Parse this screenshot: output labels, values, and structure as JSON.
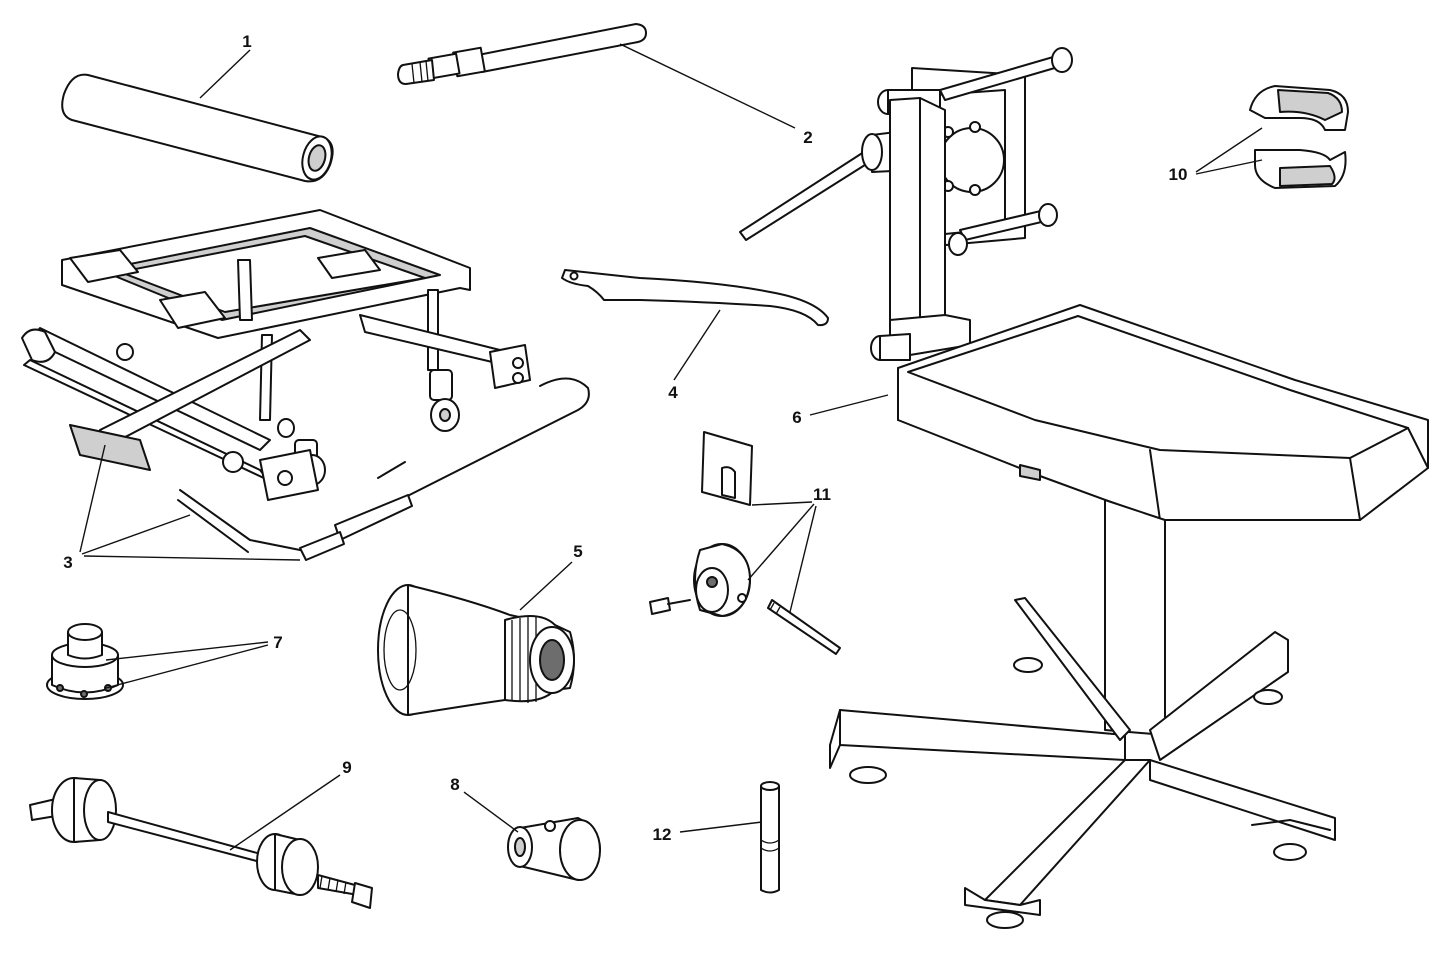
{
  "figure": {
    "title": "Workshop service tools",
    "callouts": [
      {
        "id": "1",
        "label": "1"
      },
      {
        "id": "2",
        "label": "2"
      },
      {
        "id": "3",
        "label": "3"
      },
      {
        "id": "4",
        "label": "4"
      },
      {
        "id": "5",
        "label": "5"
      },
      {
        "id": "6",
        "label": "6"
      },
      {
        "id": "7",
        "label": "7"
      },
      {
        "id": "8",
        "label": "8"
      },
      {
        "id": "9",
        "label": "9"
      },
      {
        "id": "10",
        "label": "10"
      },
      {
        "id": "11",
        "label": "11"
      },
      {
        "id": "12",
        "label": "12"
      }
    ]
  },
  "colors": {
    "ink": "#111111",
    "fill": "#ffffff",
    "shade": "#cfcfcf"
  }
}
